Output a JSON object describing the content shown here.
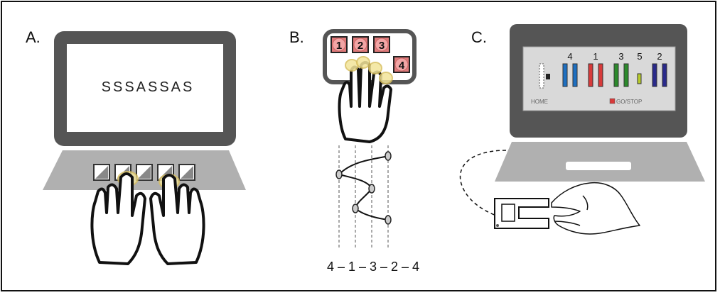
{
  "panels": {
    "a": {
      "label": "A.",
      "screen_text": "SSSASSAS",
      "keys": [
        "key-1",
        "key-2",
        "key-3",
        "key-4",
        "key-5"
      ]
    },
    "b": {
      "label": "B.",
      "keypad_numbers": [
        "1",
        "2",
        "3",
        "4"
      ],
      "sequence_text": "4 – 1 – 3 – 2 – 4"
    },
    "c": {
      "label": "C.",
      "bar_numbers": [
        "4",
        "1",
        "3",
        "5",
        "2"
      ],
      "home_label": "HOME",
      "gostop_label": "GO/STOP"
    }
  },
  "colors": {
    "laptop_dark": "#555555",
    "laptop_base": "#b0b0b0",
    "highlight": "#f3e59a",
    "key_red": "#e07b7b",
    "bar_blue": "#1e6fc0",
    "bar_red": "#d83a3a",
    "bar_green": "#2c8a2c",
    "bar_lime": "#b8cc2a",
    "bar_navy": "#2a2a8a"
  }
}
